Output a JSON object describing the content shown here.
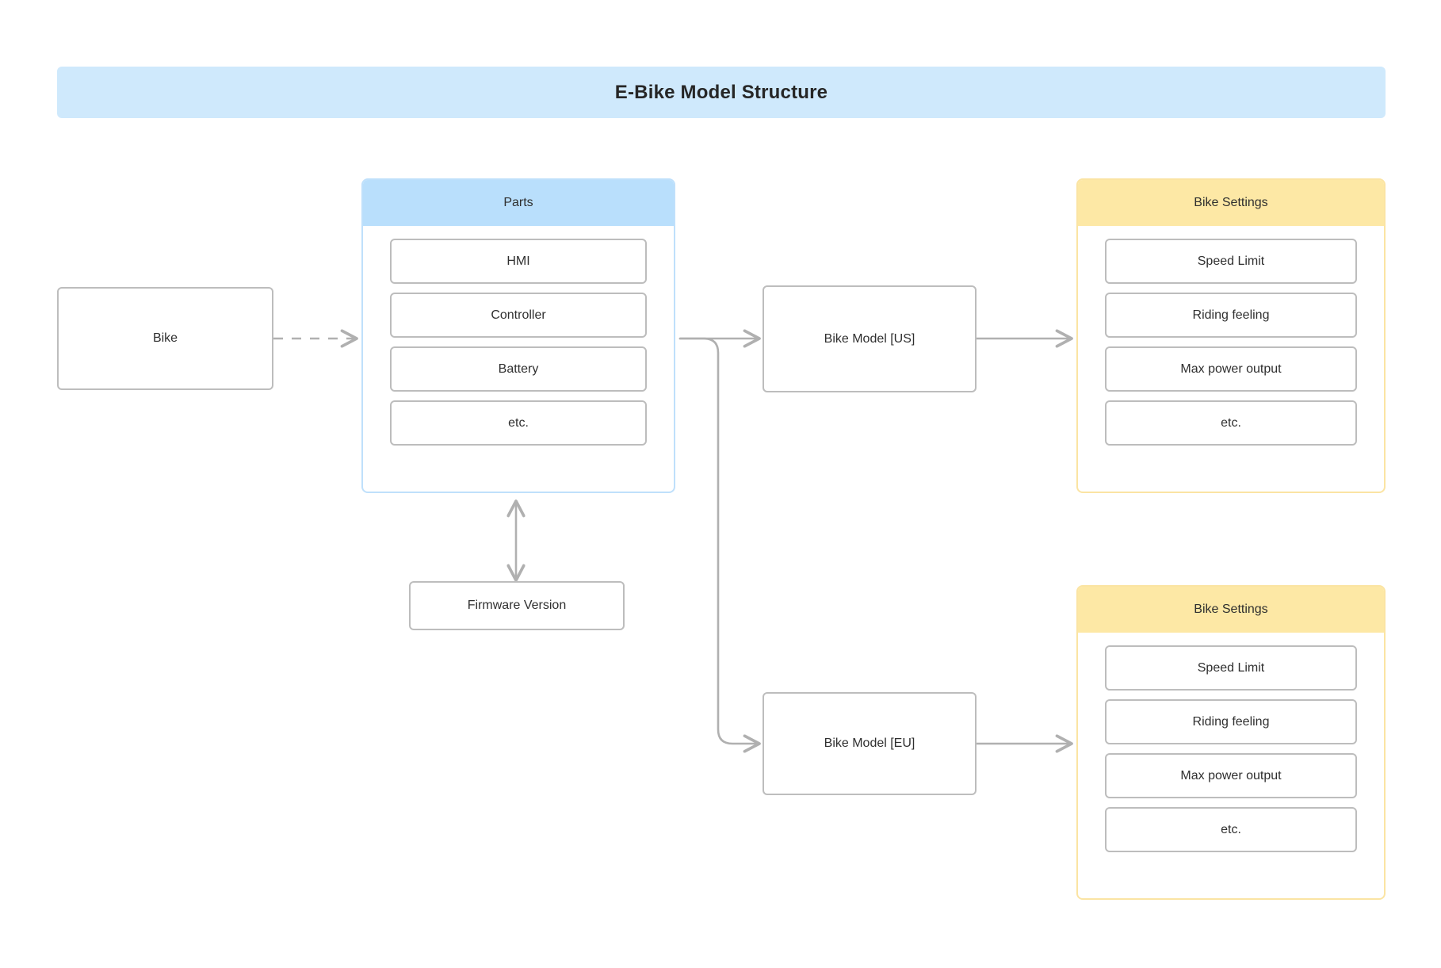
{
  "page": {
    "title": "E-Bike Model Structure"
  },
  "nodes": {
    "bike": {
      "label": "Bike"
    },
    "bike_model_us": {
      "label": "Bike Model [US]"
    },
    "bike_model_eu": {
      "label": "Bike Model [EU]"
    },
    "firmware_version": {
      "label": "Firmware Version"
    }
  },
  "groups": {
    "parts": {
      "header": "Parts",
      "items": [
        {
          "label": "HMI"
        },
        {
          "label": "Controller"
        },
        {
          "label": "Battery"
        },
        {
          "label": "etc."
        }
      ]
    },
    "bike_settings_us": {
      "header": "Bike Settings",
      "items": [
        {
          "label": "Speed Limit"
        },
        {
          "label": "Riding feeling"
        },
        {
          "label": "Max power output"
        },
        {
          "label": "etc."
        }
      ]
    },
    "bike_settings_eu": {
      "header": "Bike Settings",
      "items": [
        {
          "label": "Speed Limit"
        },
        {
          "label": "Riding feeling"
        },
        {
          "label": "Max power output"
        },
        {
          "label": "etc."
        }
      ]
    }
  },
  "edges": [
    {
      "name": "bike-to-parts",
      "style": "dashed",
      "arrow": "end"
    },
    {
      "name": "parts-to-bike-model-us",
      "style": "solid",
      "arrow": "end"
    },
    {
      "name": "parts-to-bike-model-eu",
      "style": "solid",
      "arrow": "end"
    },
    {
      "name": "parts-to-firmware-version",
      "style": "solid",
      "arrow": "both"
    },
    {
      "name": "bike-model-us-to-bike-settings-us",
      "style": "solid",
      "arrow": "end"
    },
    {
      "name": "bike-model-eu-to-bike-settings-eu",
      "style": "solid",
      "arrow": "end"
    }
  ],
  "colors": {
    "banner_bg": "#cfe9fc",
    "parts_header_bg": "#b9dffc",
    "parts_border": "#bfe0fb",
    "settings_header_bg": "#fde8a5",
    "settings_border": "#fbe4a3",
    "node_border": "#bdbdbd",
    "edge": "#b0b0b0",
    "text": "#2f2f2f",
    "background": "#ffffff"
  }
}
